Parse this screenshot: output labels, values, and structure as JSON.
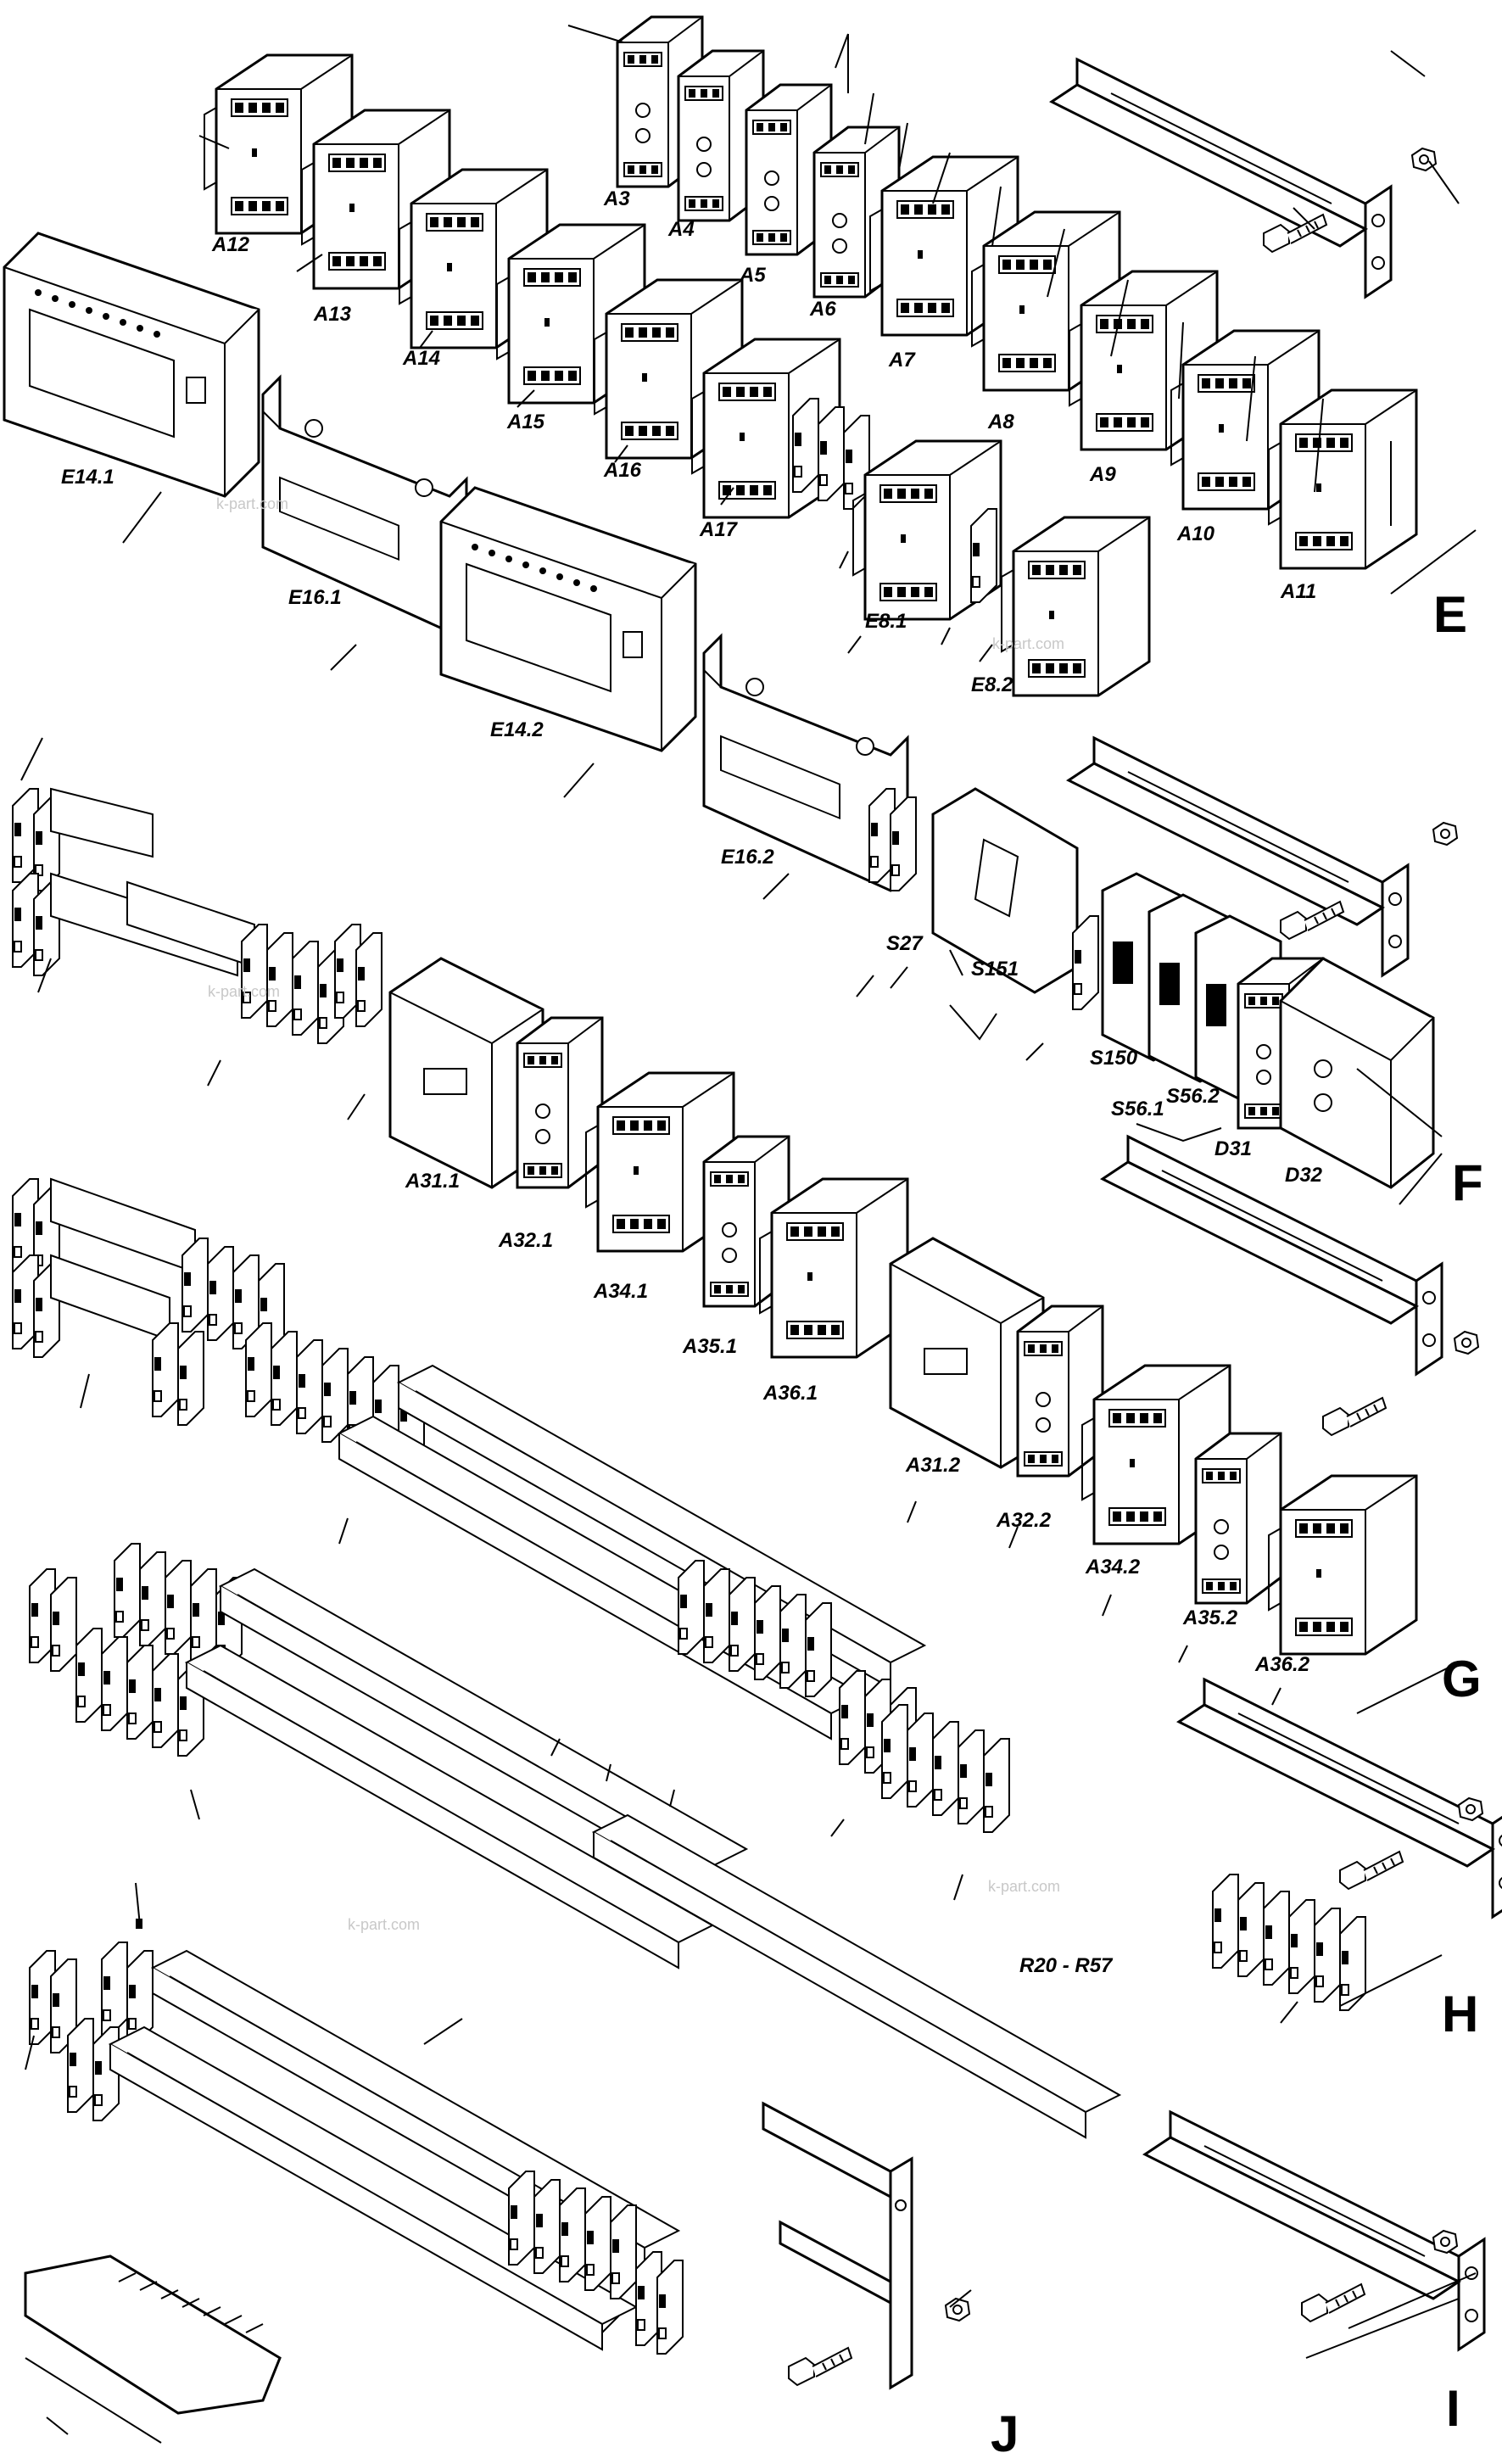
{
  "labels": {
    "a3": "A3",
    "a4": "A4",
    "a5": "A5",
    "a6": "A6",
    "a7": "A7",
    "a8": "A8",
    "a9": "A9",
    "a10": "A10",
    "a11": "A11",
    "a12": "A12",
    "a13": "A13",
    "a14": "A14",
    "a15": "A15",
    "a16": "A16",
    "a17": "A17",
    "e14_1": "E14.1",
    "e16_1": "E16.1",
    "e14_2": "E14.2",
    "e16_2": "E16.2",
    "e8_1": "E8.1",
    "e8_2": "E8.2",
    "s27": "S27",
    "s151": "S151",
    "s150": "S150",
    "s56_1": "S56.1",
    "s56_2": "S56.2",
    "d31": "D31",
    "d32": "D32",
    "a31_1": "A31.1",
    "a32_1": "A32.1",
    "a34_1": "A34.1",
    "a35_1": "A35.1",
    "a36_1": "A36.1",
    "a31_2": "A31.2",
    "a32_2": "A32.2",
    "a34_2": "A34.2",
    "a35_2": "A35.2",
    "a36_2": "A36.2",
    "r20_r57": "R20 - R57"
  },
  "sections": {
    "e": "E",
    "f": "F",
    "g": "G",
    "h": "H",
    "i": "I",
    "j": "J"
  },
  "watermarks": {
    "w1": "k-part.com",
    "w2": "k-part.com",
    "w3": "k-part.com",
    "w4": "k-part.com",
    "w5": "k-part.com"
  }
}
